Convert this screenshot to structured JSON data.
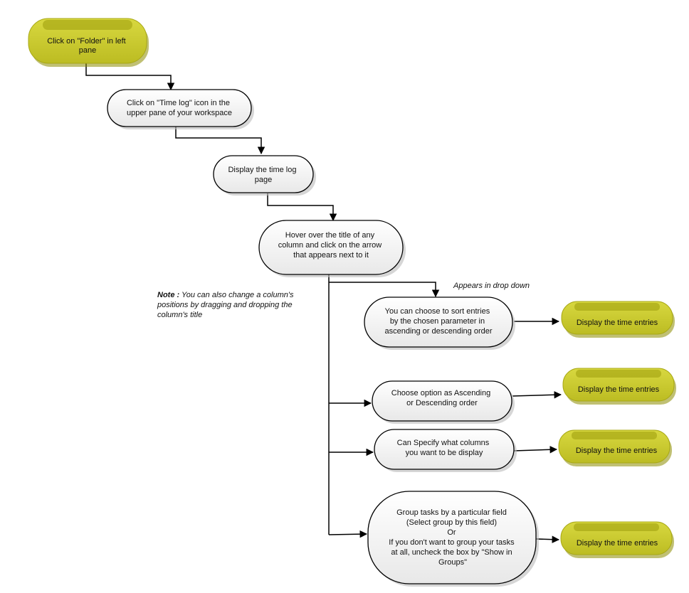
{
  "start": {
    "label_lines": [
      "Click on \"Folder\" in left",
      "pane"
    ]
  },
  "steps": [
    {
      "label_lines": [
        "Click on \"Time log\" icon in the",
        "upper pane of your workspace"
      ]
    },
    {
      "label_lines": [
        "Display the time log",
        "page"
      ]
    },
    {
      "label_lines": [
        "Hover over the title of any",
        "column and click on the arrow",
        "that appears next to it"
      ]
    }
  ],
  "branch_label": "Appears in drop down",
  "note": {
    "bold": "Note :",
    "lines": [
      " You can also change a column's",
      "positions by dragging and dropping the",
      "column's title"
    ]
  },
  "options": [
    {
      "label_lines": [
        "You can choose to sort entries",
        "by the chosen parameter in",
        "ascending or descending order"
      ],
      "result": "Display the time entries"
    },
    {
      "label_lines": [
        "Choose option as Ascending",
        "or Descending order"
      ],
      "result": "Display the time entries"
    },
    {
      "label_lines": [
        "Can Specify what columns",
        "you want to be display"
      ],
      "result": "Display the time entries"
    },
    {
      "label_lines": [
        "Group tasks by a particular field",
        "(Select group by this field)",
        "Or",
        "If you don't want to group your tasks",
        "at all, uncheck the box by \"Show in",
        "Groups\""
      ],
      "result": "Display the time entries"
    }
  ],
  "colors": {
    "terminal_fill": "#c8c832",
    "terminal_top": "#a8a816",
    "terminal_shadow": "#8c8c00",
    "process_fill": "#f4f4f4",
    "process_stroke": "#000000",
    "connector": "#000000"
  }
}
